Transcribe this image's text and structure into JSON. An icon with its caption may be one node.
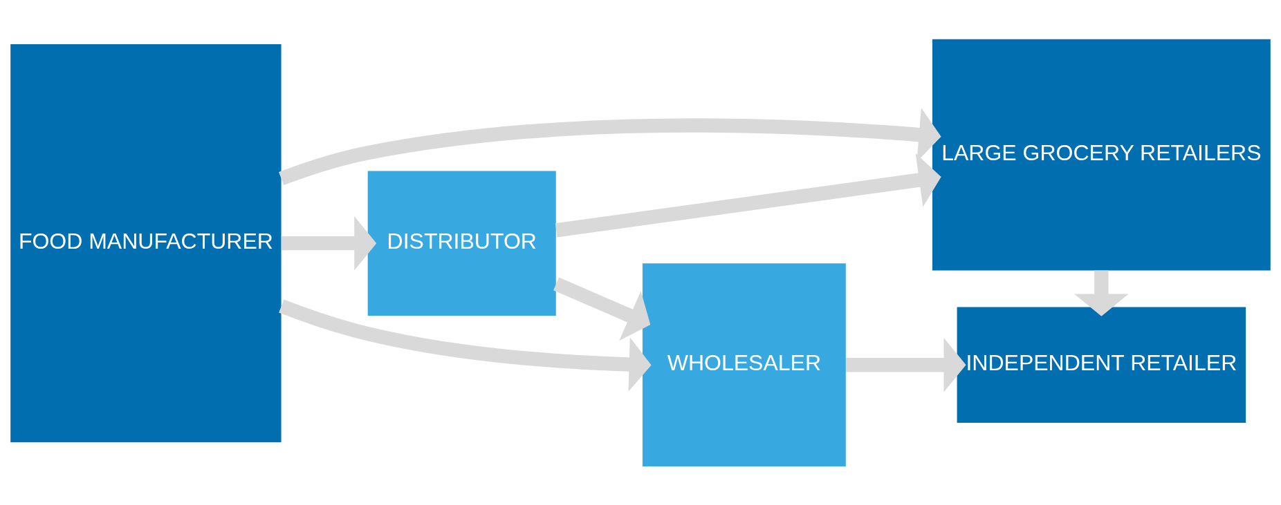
{
  "diagram": {
    "nodes": [
      {
        "text": [
          "FOOD MANUFACTURER"
        ]
      },
      {
        "text": [
          "DISTRIBUTOR"
        ]
      },
      {
        "text": [
          "LARGE GROCERY RETAILERS"
        ]
      },
      {
        "text": [
          "WHOLESALER"
        ]
      },
      {
        "text": [
          "INDEPENDENT RETAILER"
        ]
      }
    ],
    "edges": [
      {
        "from": 0,
        "to": 2,
        "arrow": "to"
      },
      {
        "from": 0,
        "to": 1,
        "arrow": "to"
      },
      {
        "from": 1,
        "to": 2,
        "arrow": "to"
      },
      {
        "from": 1,
        "to": 3,
        "arrow": "to"
      },
      {
        "from": 0,
        "to": 3,
        "arrow": "to"
      },
      {
        "from": 2,
        "to": 4,
        "arrow": "to"
      },
      {
        "from": 3,
        "to": 4,
        "arrow": "to"
      }
    ]
  }
}
